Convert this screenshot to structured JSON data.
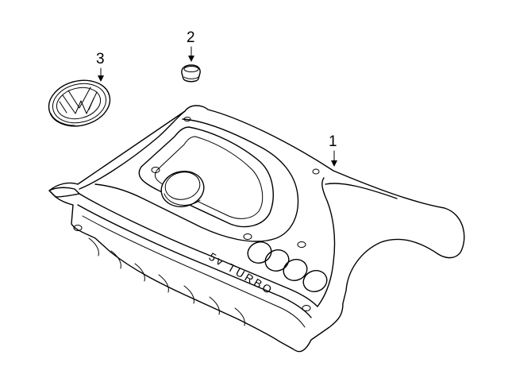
{
  "callouts": [
    {
      "number": "1",
      "part": "engine-cover"
    },
    {
      "number": "2",
      "part": "grommet"
    },
    {
      "number": "3",
      "part": "emblem"
    }
  ],
  "cover_marking": "5v TURBO",
  "emblem_monogram": "VW"
}
